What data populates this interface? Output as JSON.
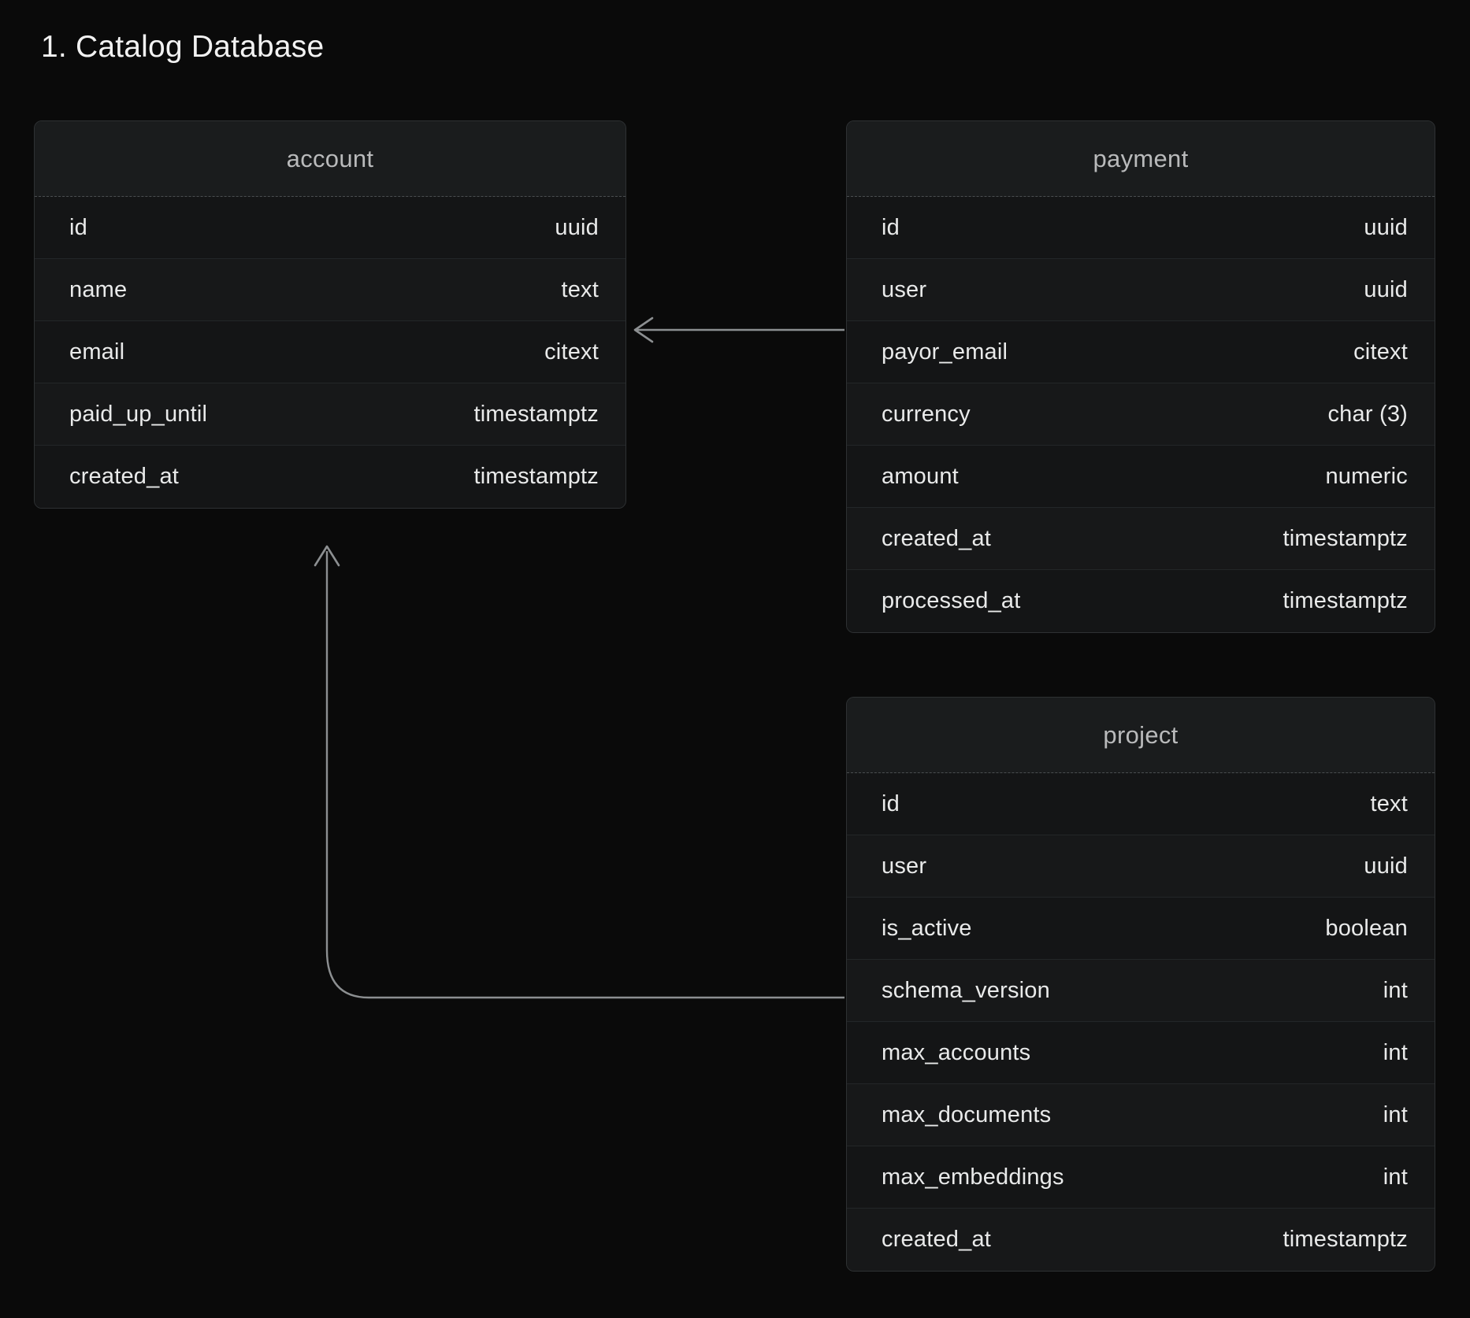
{
  "page": {
    "title": "1. Catalog Database",
    "background_color": "#0a0a0a",
    "text_color": "#e9eaea",
    "table_header_color": "#b9babb",
    "connector_color": "#8c8f91"
  },
  "diagram": {
    "type": "entity-relationship",
    "tables": [
      {
        "name": "account",
        "columns": [
          {
            "field": "id",
            "type": "uuid"
          },
          {
            "field": "name",
            "type": "text"
          },
          {
            "field": "email",
            "type": "citext"
          },
          {
            "field": "paid_up_until",
            "type": "timestamptz"
          },
          {
            "field": "created_at",
            "type": "timestamptz"
          }
        ]
      },
      {
        "name": "payment",
        "columns": [
          {
            "field": "id",
            "type": "uuid"
          },
          {
            "field": "user",
            "type": "uuid"
          },
          {
            "field": "payor_email",
            "type": "citext"
          },
          {
            "field": "currency",
            "type": "char (3)"
          },
          {
            "field": "amount",
            "type": "numeric"
          },
          {
            "field": "created_at",
            "type": "timestamptz"
          },
          {
            "field": "processed_at",
            "type": "timestamptz"
          }
        ]
      },
      {
        "name": "project",
        "columns": [
          {
            "field": "id",
            "type": "text"
          },
          {
            "field": "user",
            "type": "uuid"
          },
          {
            "field": "is_active",
            "type": "boolean"
          },
          {
            "field": "schema_version",
            "type": "int"
          },
          {
            "field": "max_accounts",
            "type": "int"
          },
          {
            "field": "max_documents",
            "type": "int"
          },
          {
            "field": "max_embeddings",
            "type": "int"
          },
          {
            "field": "created_at",
            "type": "timestamptz"
          }
        ]
      }
    ],
    "relationships": [
      {
        "from": "payment.user",
        "to": "account.id",
        "style": "straight-arrow"
      },
      {
        "from": "project.user",
        "to": "account.id",
        "style": "elbow-arrow"
      }
    ]
  }
}
